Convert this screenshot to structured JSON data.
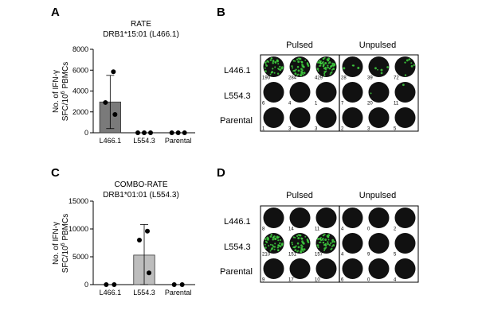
{
  "panels": {
    "a": "A",
    "b": "B",
    "c": "C",
    "d": "D"
  },
  "colors": {
    "bar_a": "#7a7a7a",
    "bar_c": "#bdbdbd",
    "well_bg": "#111111",
    "spot": "#3fd13f",
    "cell_bg": "#ffffff"
  },
  "chart_data": [
    {
      "type": "bar",
      "title": "RATE",
      "subtitle": "DRB1*15:01 (L466.1)",
      "ylabel_line1": "No. of IFN-γ",
      "ylabel_line2": "SFC/10",
      "ylabel_sup": "6",
      "ylabel_rest": " PBMCs",
      "categories": [
        "L466.1",
        "L554.3",
        "Parental"
      ],
      "values": [
        2950,
        0,
        0
      ],
      "error_low": [
        400,
        0,
        0
      ],
      "error_high": [
        5500,
        0,
        0
      ],
      "points": [
        [
          5850,
          2900,
          1750
        ],
        [
          0,
          0,
          0
        ],
        [
          0,
          0,
          0
        ]
      ],
      "ylim": [
        0,
        8000
      ],
      "yticks": [
        0,
        2000,
        4000,
        6000,
        8000
      ],
      "ytick_labels": [
        "0",
        "2000",
        "4000",
        "6000",
        "8000"
      ]
    },
    {
      "type": "bar",
      "title": "COMBO-RATE",
      "subtitle": "DRB1*01:01 (L554.3)",
      "ylabel_line1": "No. of IFN-γ",
      "ylabel_line2": "SFC/10",
      "ylabel_sup": "6",
      "ylabel_rest": " PBMCs",
      "categories": [
        "L466.1",
        "L554.3",
        "Parental"
      ],
      "values": [
        0,
        5300,
        0
      ],
      "error_low": [
        0,
        0,
        0
      ],
      "error_high": [
        0,
        10800,
        0
      ],
      "points": [
        [
          0,
          0
        ],
        [
          9600,
          8000,
          2100
        ],
        [
          0,
          0
        ]
      ],
      "ylim": [
        0,
        15000
      ],
      "yticks": [
        0,
        5000,
        10000,
        15000
      ],
      "ytick_labels": [
        "0",
        "5000",
        "10000",
        "15000"
      ]
    }
  ],
  "elispot_b": {
    "col_headers": [
      "Pulsed",
      "Unpulsed"
    ],
    "row_labels": [
      "L446.1",
      "L554.3",
      "Parental"
    ],
    "counts": [
      [
        "190",
        "284",
        "429",
        "28",
        "39",
        "72"
      ],
      [
        "6",
        "4",
        "1",
        "7",
        "20",
        "11"
      ],
      [
        "1",
        "3",
        "3",
        "2",
        "3",
        "5"
      ]
    ],
    "intensity": [
      [
        0.45,
        0.55,
        0.7,
        0.05,
        0.07,
        0.1
      ],
      [
        0.0,
        0.0,
        0.0,
        0.0,
        0.02,
        0.01
      ],
      [
        0.0,
        0.0,
        0.0,
        0.0,
        0.0,
        0.0
      ]
    ]
  },
  "elispot_d": {
    "col_headers": [
      "Pulsed",
      "Unpulsed"
    ],
    "row_labels": [
      "L446.1",
      "L554.3",
      "Parental"
    ],
    "counts": [
      [
        "8",
        "14",
        "11",
        "4",
        "0",
        "2"
      ],
      [
        "210",
        "151",
        "157",
        "4",
        "9",
        "5"
      ],
      [
        "9",
        "17",
        "10",
        "6",
        "0",
        "4"
      ]
    ],
    "intensity": [
      [
        0.0,
        0.0,
        0.0,
        0.0,
        0.0,
        0.0
      ],
      [
        0.65,
        0.55,
        0.55,
        0.0,
        0.0,
        0.0
      ],
      [
        0.0,
        0.0,
        0.0,
        0.0,
        0.0,
        0.0
      ]
    ]
  }
}
